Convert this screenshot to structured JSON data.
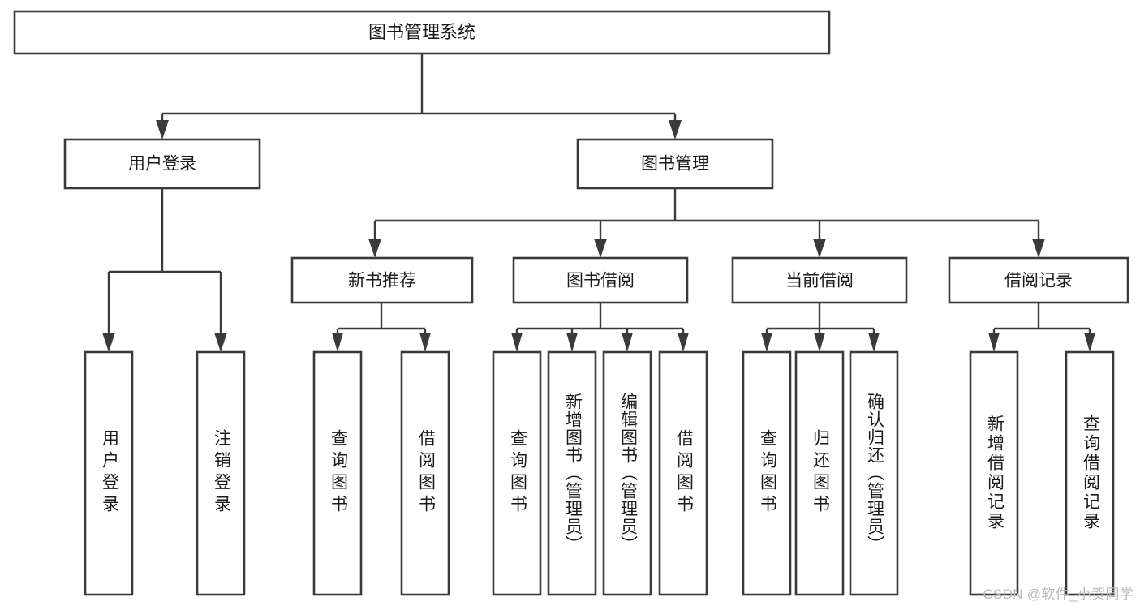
{
  "diagram": {
    "title": "图书管理系统",
    "watermark": "CSDN @软件_小贺同学",
    "colors": {
      "stroke": "#3a3a3a",
      "box_fill": "#ffffff",
      "text": "#1a1a1a",
      "background": "#ffffff",
      "watermark": "#b9b9b9"
    },
    "root": {
      "label": "图书管理系统"
    },
    "level2": [
      {
        "label": "用户登录"
      },
      {
        "label": "图书管理"
      }
    ],
    "level3": [
      {
        "label": "新书推荐"
      },
      {
        "label": "图书借阅"
      },
      {
        "label": "当前借阅"
      },
      {
        "label": "借阅记录"
      }
    ],
    "leaves": {
      "user_login": [
        {
          "label": "用户登录"
        },
        {
          "label": "注销登录"
        }
      ],
      "new_book": [
        {
          "label": "查询图书"
        },
        {
          "label": "借阅图书"
        }
      ],
      "book_borrow": [
        {
          "label": "查询图书"
        },
        {
          "label": "新增图书（管理员）"
        },
        {
          "label": "编辑图书（管理员）"
        },
        {
          "label": "借阅图书"
        }
      ],
      "current_borrow": [
        {
          "label": "查询图书"
        },
        {
          "label": "归还图书"
        },
        {
          "label": "确认归还（管理员）"
        }
      ],
      "borrow_record": [
        {
          "label": "新增借阅记录"
        },
        {
          "label": "查询借阅记录"
        }
      ]
    }
  },
  "chart_data": {
    "type": "tree-diagram",
    "title": "图书管理系统",
    "nodes": [
      {
        "id": "root",
        "label": "图书管理系统",
        "level": 0,
        "parent": null
      },
      {
        "id": "n-user-login",
        "label": "用户登录",
        "level": 1,
        "parent": "root"
      },
      {
        "id": "n-book-mgmt",
        "label": "图书管理",
        "level": 1,
        "parent": "root"
      },
      {
        "id": "n-new-book",
        "label": "新书推荐",
        "level": 2,
        "parent": "n-book-mgmt"
      },
      {
        "id": "n-book-borrow",
        "label": "图书借阅",
        "level": 2,
        "parent": "n-book-mgmt"
      },
      {
        "id": "n-current-borrow",
        "label": "当前借阅",
        "level": 2,
        "parent": "n-book-mgmt"
      },
      {
        "id": "n-borrow-record",
        "label": "借阅记录",
        "level": 2,
        "parent": "n-book-mgmt"
      },
      {
        "id": "l-user-login",
        "label": "用户登录",
        "level": 2,
        "parent": "n-user-login"
      },
      {
        "id": "l-logout",
        "label": "注销登录",
        "level": 2,
        "parent": "n-user-login"
      },
      {
        "id": "l-nb-query",
        "label": "查询图书",
        "level": 3,
        "parent": "n-new-book"
      },
      {
        "id": "l-nb-borrow",
        "label": "借阅图书",
        "level": 3,
        "parent": "n-new-book"
      },
      {
        "id": "l-bb-query",
        "label": "查询图书",
        "level": 3,
        "parent": "n-book-borrow"
      },
      {
        "id": "l-bb-add",
        "label": "新增图书（管理员）",
        "level": 3,
        "parent": "n-book-borrow"
      },
      {
        "id": "l-bb-edit",
        "label": "编辑图书（管理员）",
        "level": 3,
        "parent": "n-book-borrow"
      },
      {
        "id": "l-bb-borrow",
        "label": "借阅图书",
        "level": 3,
        "parent": "n-book-borrow"
      },
      {
        "id": "l-cb-query",
        "label": "查询图书",
        "level": 3,
        "parent": "n-current-borrow"
      },
      {
        "id": "l-cb-return",
        "label": "归还图书",
        "level": 3,
        "parent": "n-current-borrow"
      },
      {
        "id": "l-cb-confirm",
        "label": "确认归还（管理员）",
        "level": 3,
        "parent": "n-current-borrow"
      },
      {
        "id": "l-br-add",
        "label": "新增借阅记录",
        "level": 3,
        "parent": "n-borrow-record"
      },
      {
        "id": "l-br-query",
        "label": "查询借阅记录",
        "level": 3,
        "parent": "n-borrow-record"
      }
    ],
    "edge_style": "orthogonal-arrow",
    "orientation": "top-down"
  }
}
